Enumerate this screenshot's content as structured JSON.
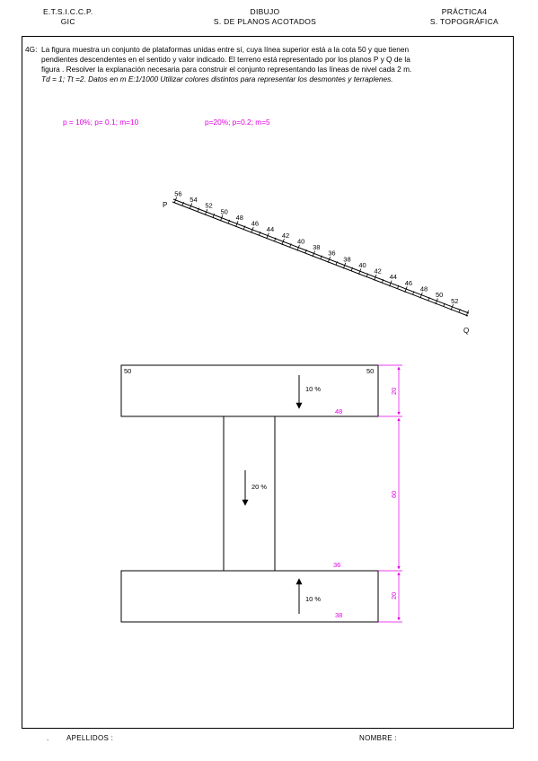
{
  "header": {
    "left": [
      "E.T.S.I.C.C.P.",
      "GIC"
    ],
    "center": [
      "DIBUJO",
      "S. DE PLANOS ACOTADOS"
    ],
    "right": [
      "PRÁCTICA4",
      "S. TOPOGRÁFICA"
    ]
  },
  "statement": {
    "number": "4G:",
    "line1": "La figura muestra un conjunto de plataformas unidas entre sí, cuya línea superior está a la cota 50 y que tienen",
    "line2": "pendientes descendentes en el sentido y valor indicado. El terreno está representado por los planos P y Q de la",
    "line3": "figura . Resolver la explanación necesaria para construir el conjunto representando las líneas de nivel cada 2 m.",
    "line4": "Td = 1; Tt =2.  Datos en m  E:1/1000  Utilizar colores distintos para representar los desmontes y terraplenes."
  },
  "params": {
    "plane_p": "p = 10%; p= 0.1; m=10",
    "plane_q": "p=20%; p=0.2; m=5"
  },
  "scale_bar": {
    "start_label": "P",
    "end_label": "Q",
    "levels": [
      "56",
      "54",
      "52",
      "50",
      "48",
      "46",
      "44",
      "42",
      "40",
      "38",
      "36",
      "38",
      "40",
      "42",
      "44",
      "46",
      "48",
      "50",
      "52"
    ]
  },
  "platform": {
    "top_left_elev": "50",
    "top_right_elev": "50",
    "top_slope": "10 %",
    "top_bottom_elev": "48",
    "middle_slope": "20 %",
    "middle_bottom_elev": "36",
    "bottom_slope": "10 %",
    "bottom_bottom_elev": "38",
    "dim_top": "20",
    "dim_middle": "60",
    "dim_bottom": "20"
  },
  "footer": {
    "dot": ".",
    "apellidos": "APELLIDOS :",
    "nombre": "NOMBRE :"
  },
  "colors": {
    "accent": "#e000e0",
    "ink": "#000000"
  }
}
